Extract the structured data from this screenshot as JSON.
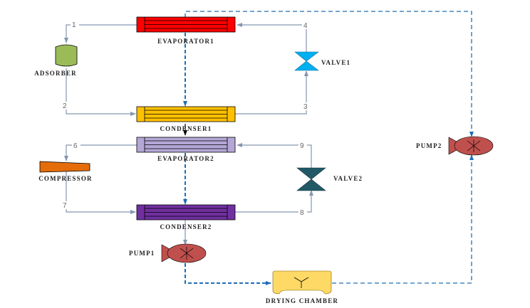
{
  "diagram": {
    "components": {
      "evaporator1": {
        "label": "EVAPORATOR1",
        "color": "#ff0000"
      },
      "condenser1": {
        "label": "CONDENSER1",
        "color": "#ffc000"
      },
      "evaporator2": {
        "label": "EVAPORATOR2",
        "color": "#b4a7d6"
      },
      "condenser2": {
        "label": "CONDENSER2",
        "color": "#7030a0"
      },
      "adsorber": {
        "label": "ADSORBER",
        "color": "#9bbb59"
      },
      "compressor": {
        "label": "COMPRESSOR",
        "color": "#e46c0a"
      },
      "valve1": {
        "label": "VALVE1",
        "color": "#00b0f0"
      },
      "valve2": {
        "label": "VALVE2",
        "color": "#215967"
      },
      "pump1": {
        "label": "PUMP1",
        "color": "#c0504d"
      },
      "pump2": {
        "label": "PUMP2",
        "color": "#c0504d"
      },
      "drying_chamber": {
        "label": "DRYING CHAMBER",
        "color": "#ffd966"
      }
    },
    "state_points": [
      "1",
      "2",
      "3",
      "4",
      "6",
      "7",
      "8",
      "9"
    ],
    "colors": {
      "refrigerant_line": "#8497b0",
      "hot_fluid_line": "#1f6fb5"
    }
  }
}
